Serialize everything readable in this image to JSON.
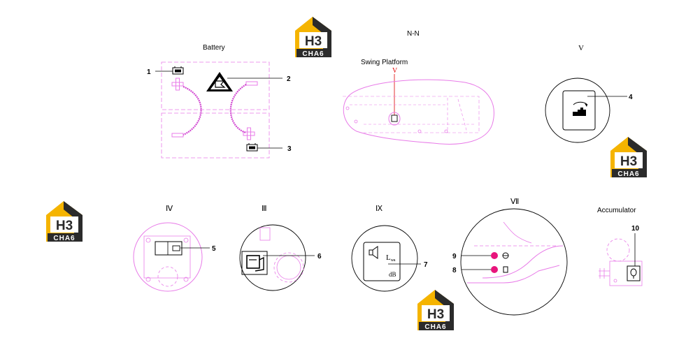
{
  "titles": {
    "battery": "Battery",
    "nn": "N-N",
    "swing_platform": "Swing Platform",
    "swing_marker": "V",
    "accumulator": "Accumulator"
  },
  "views": {
    "v": "V",
    "iv": "Ⅳ",
    "iii": "Ⅲ",
    "ix": "Ⅸ",
    "vii": "Ⅶ"
  },
  "callouts": [
    "1",
    "2",
    "3",
    "4",
    "5",
    "6",
    "7",
    "8",
    "9",
    "10"
  ],
  "noise_label": {
    "l": "L",
    "sub": "wa",
    "db": "dB"
  },
  "logo": {
    "mark": "H3",
    "word": "CHA6"
  },
  "colors": {
    "line": "#e87be8",
    "marker": "#e8157c",
    "callout": "#000000",
    "accent_red": "#e00000",
    "logo_gold": "#f5b400",
    "logo_dark": "#2b2b2b"
  }
}
